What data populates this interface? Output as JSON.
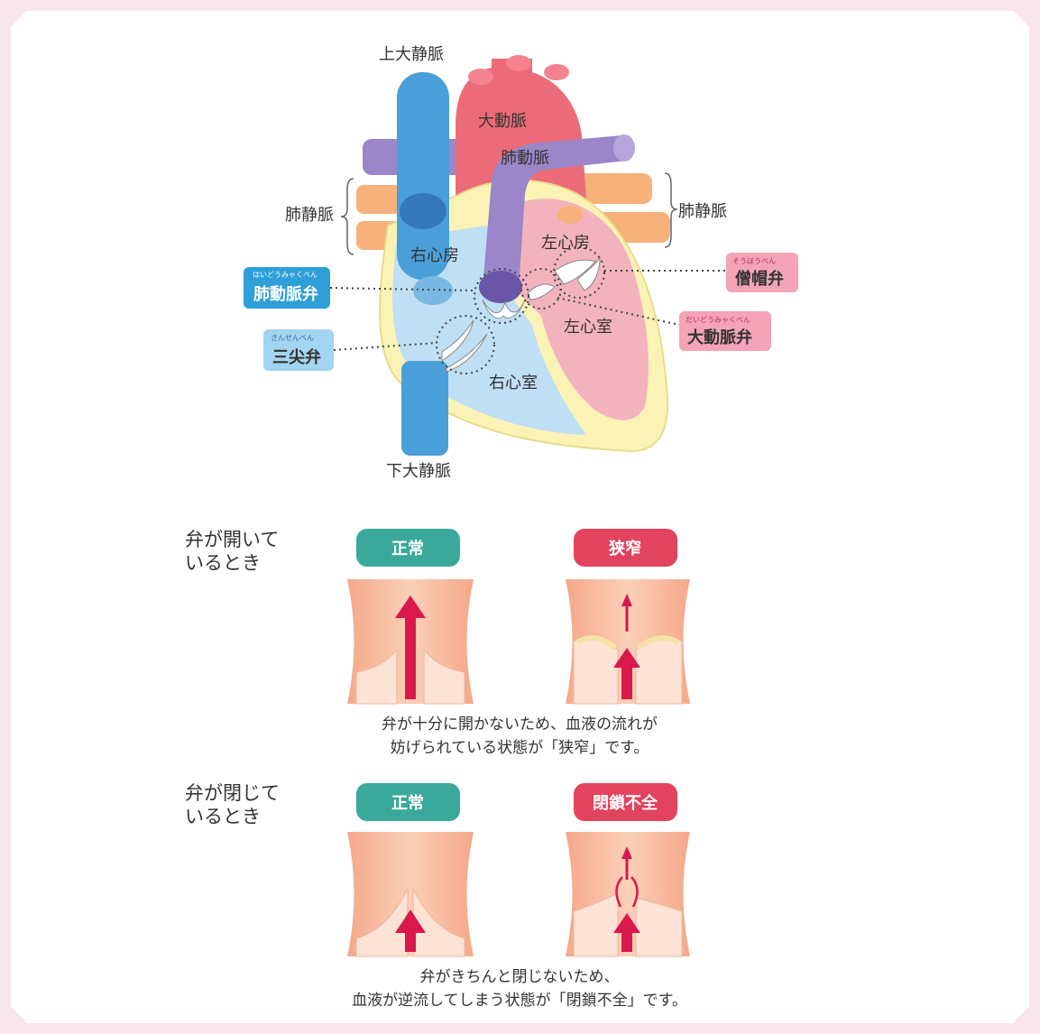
{
  "heart": {
    "superior_vena_cava": "上大静脈",
    "aorta": "大動脈",
    "pulmonary_artery": "肺動脈",
    "pulmonary_veins_left": "肺静脈",
    "pulmonary_veins_right": "肺静脈",
    "right_atrium": "右心房",
    "left_atrium": "左心房",
    "left_ventricle": "左心室",
    "right_ventricle": "右心室",
    "inferior_vena_cava": "下大静脈"
  },
  "valves": {
    "pulmonary": {
      "ruby": "はいどうみゃくべん",
      "label": "肺動脈弁",
      "color": "#2e9fd8"
    },
    "tricuspid": {
      "ruby": "さんせんべん",
      "label": "三尖弁",
      "color": "#a3d4f0"
    },
    "mitral": {
      "ruby": "そうぼうべん",
      "label": "僧帽弁",
      "color": "#f4a3b8"
    },
    "aortic": {
      "ruby": "だいどうみゃくべん",
      "label": "大動脈弁",
      "color": "#f4a3b8"
    }
  },
  "open_section": {
    "title_line1": "弁が開いて",
    "title_line2": "いるとき",
    "normal_label": "正常",
    "abnormal_label": "狭窄",
    "caption_line1": "弁が十分に開かないため、血液の流れが",
    "caption_line2": "妨げられている状態が「狭窄」です。"
  },
  "closed_section": {
    "title_line1": "弁が閉じて",
    "title_line2": "いるとき",
    "normal_label": "正常",
    "abnormal_label": "閉鎖不全",
    "caption_line1": "弁がきちんと閉じないため、",
    "caption_line2": "血液が逆流してしまう状態が「閉鎖不全」です。"
  },
  "colors": {
    "normal_pill": "#3aa89a",
    "abnormal_pill": "#e2435e",
    "vessel_blue": "#4a9fd8",
    "aorta_red": "#ec6b78",
    "pulmonary_purple": "#9a86c8",
    "vein_orange": "#f6b27a",
    "heart_wall": "#fbf3b6"
  }
}
